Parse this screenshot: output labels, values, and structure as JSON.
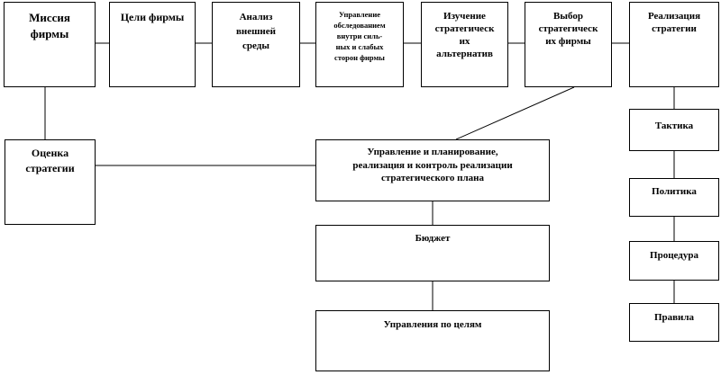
{
  "diagram": {
    "boxes": {
      "mission": "Миссия\nфирмы",
      "goals": "Цели фирмы",
      "env_analysis": "Анализ\nвнешней\nсреды",
      "internal_survey": "Управление\nобследованием\nвнутри силь-\nных и слабых\nсторон фирмы",
      "alternatives": "Изучение\nстратегическ\nих\nальтернатив",
      "choice": "Выбор\nстратегическ\nих фирмы",
      "implementation": "Реализация\nстратегии",
      "evaluation": "Оценка\nстратегии",
      "planning": "Управление и планирование,\nреализация и контроль реализации\nстратегического плана",
      "budget": "Бюджет",
      "mbo": "Управления по целям",
      "tactics": "Тактика",
      "policy": "Политика",
      "procedure": "Процедура",
      "rules": "Правила"
    }
  }
}
